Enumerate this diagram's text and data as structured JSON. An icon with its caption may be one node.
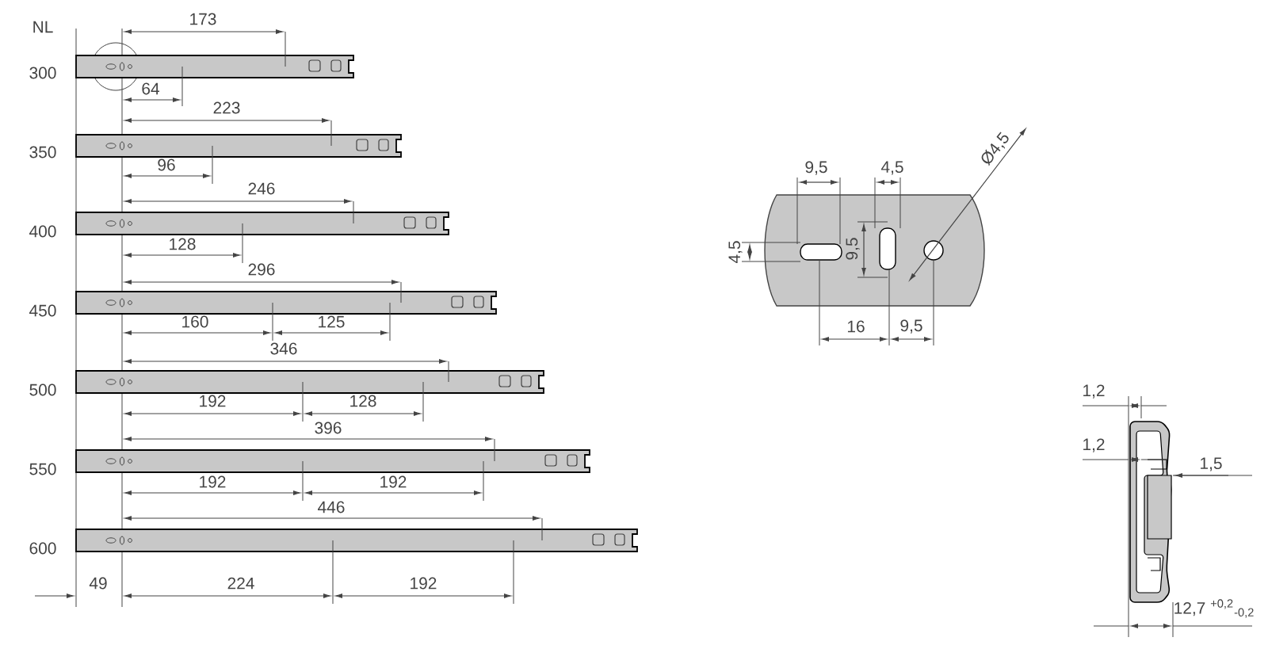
{
  "diagram": {
    "labels": [
      "NL",
      "173",
      "300",
      "64",
      "223",
      "350",
      "96",
      "246",
      "400",
      "128",
      "296",
      "450",
      "160",
      "125",
      "346",
      "500",
      "192",
      "128",
      "396",
      "550",
      "192",
      "192",
      "446",
      "600",
      "49",
      "224",
      "192",
      "9,5",
      "4,5",
      "Ø4,5",
      "4,5",
      "9,5",
      "16",
      "9,5",
      "1,2",
      "1,2",
      "1,5",
      "12,7 $^{+0,2}$$_{-0,2}$"
    ]
  }
}
